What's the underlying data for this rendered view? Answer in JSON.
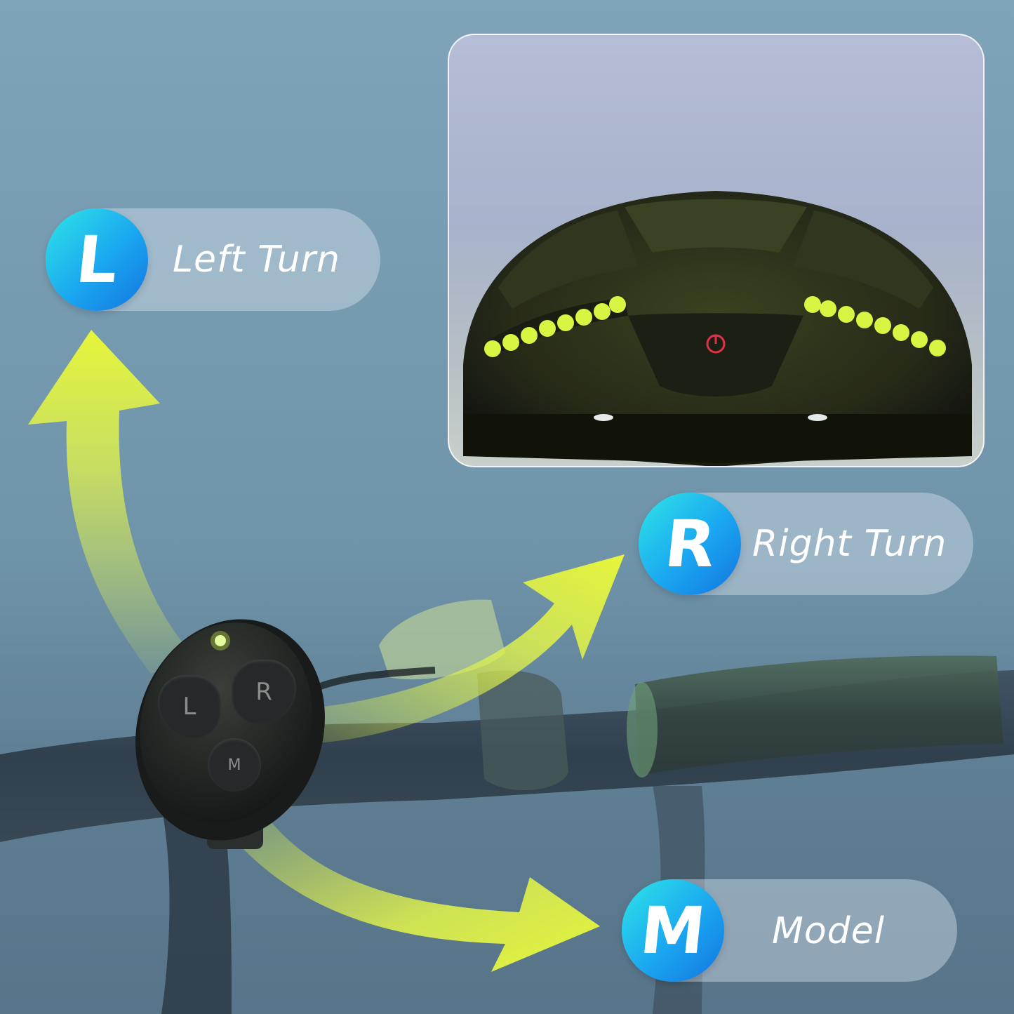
{
  "features": {
    "left": {
      "letter": "L",
      "label": "Left Turn"
    },
    "right": {
      "letter": "R",
      "label": "Right Turn"
    },
    "mode": {
      "letter": "M",
      "label": "Model"
    }
  },
  "remote": {
    "buttons": {
      "left": "L",
      "right": "R",
      "mode": "M"
    }
  },
  "colors": {
    "arrow": "#e3f54a",
    "led": "#d7f542",
    "badge_start": "#2ee6e8",
    "badge_end": "#1474e0",
    "power_button": "#e0304a"
  }
}
